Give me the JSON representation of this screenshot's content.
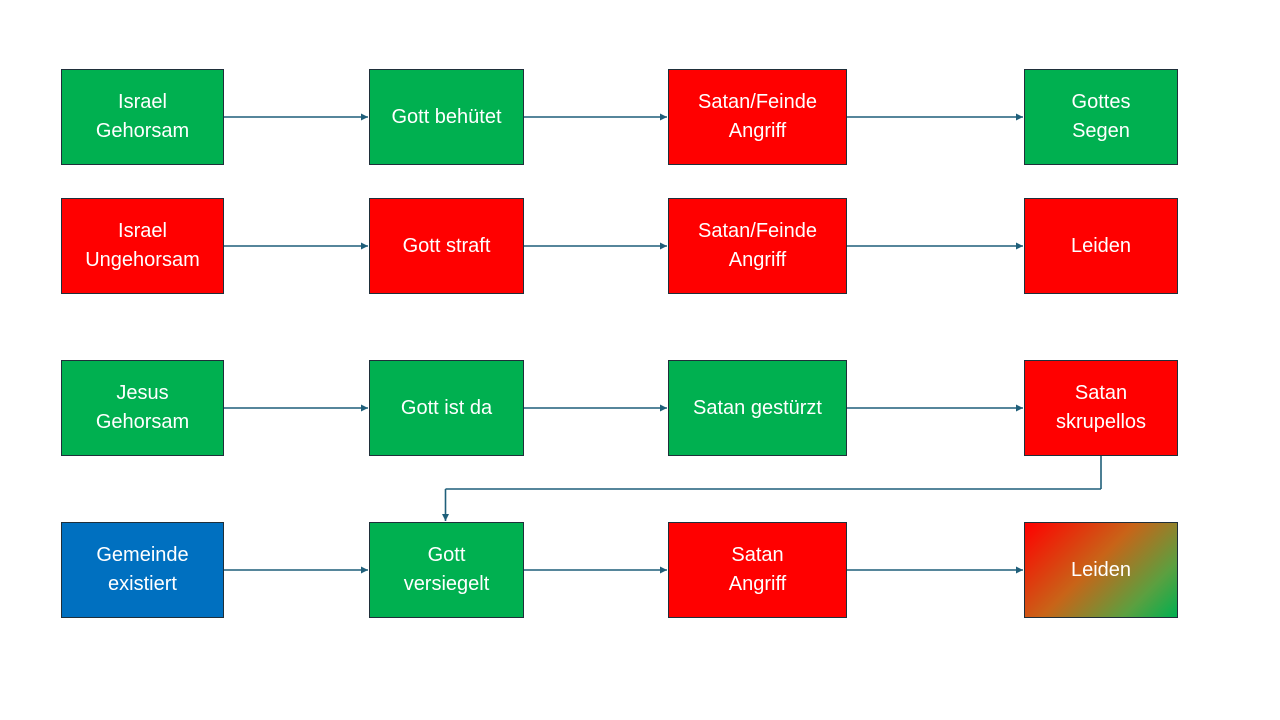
{
  "colors": {
    "green": "#00b050",
    "red": "#ff0000",
    "blue": "#0070c0",
    "border": "#1f2f3a",
    "connector": "#1f5f7a",
    "text": "#ffffff",
    "gradient_start": "#ff0000",
    "gradient_end": "#00b050"
  },
  "rows": [
    {
      "boxes": [
        {
          "label": "Israel\nGehorsam",
          "fill": "green"
        },
        {
          "label": "Gott behütet",
          "fill": "green"
        },
        {
          "label": "Satan/Feinde\nAngriff",
          "fill": "red"
        },
        {
          "label": "Gottes\nSegen",
          "fill": "green"
        }
      ]
    },
    {
      "boxes": [
        {
          "label": "Israel\nUngehorsam",
          "fill": "red"
        },
        {
          "label": "Gott straft",
          "fill": "red"
        },
        {
          "label": "Satan/Feinde\nAngriff",
          "fill": "red"
        },
        {
          "label": "Leiden",
          "fill": "red"
        }
      ]
    },
    {
      "boxes": [
        {
          "label": "Jesus\nGehorsam",
          "fill": "green"
        },
        {
          "label": "Gott ist da",
          "fill": "green"
        },
        {
          "label": "Satan gestürzt",
          "fill": "green"
        },
        {
          "label": "Satan\nskrupellos",
          "fill": "red"
        }
      ]
    },
    {
      "boxes": [
        {
          "label": "Gemeinde\nexistiert",
          "fill": "blue"
        },
        {
          "label": "Gott\nversiegelt",
          "fill": "green"
        },
        {
          "label": "Satan\nAngriff",
          "fill": "red"
        },
        {
          "label": "Leiden",
          "fill": "gradient"
        }
      ]
    }
  ]
}
